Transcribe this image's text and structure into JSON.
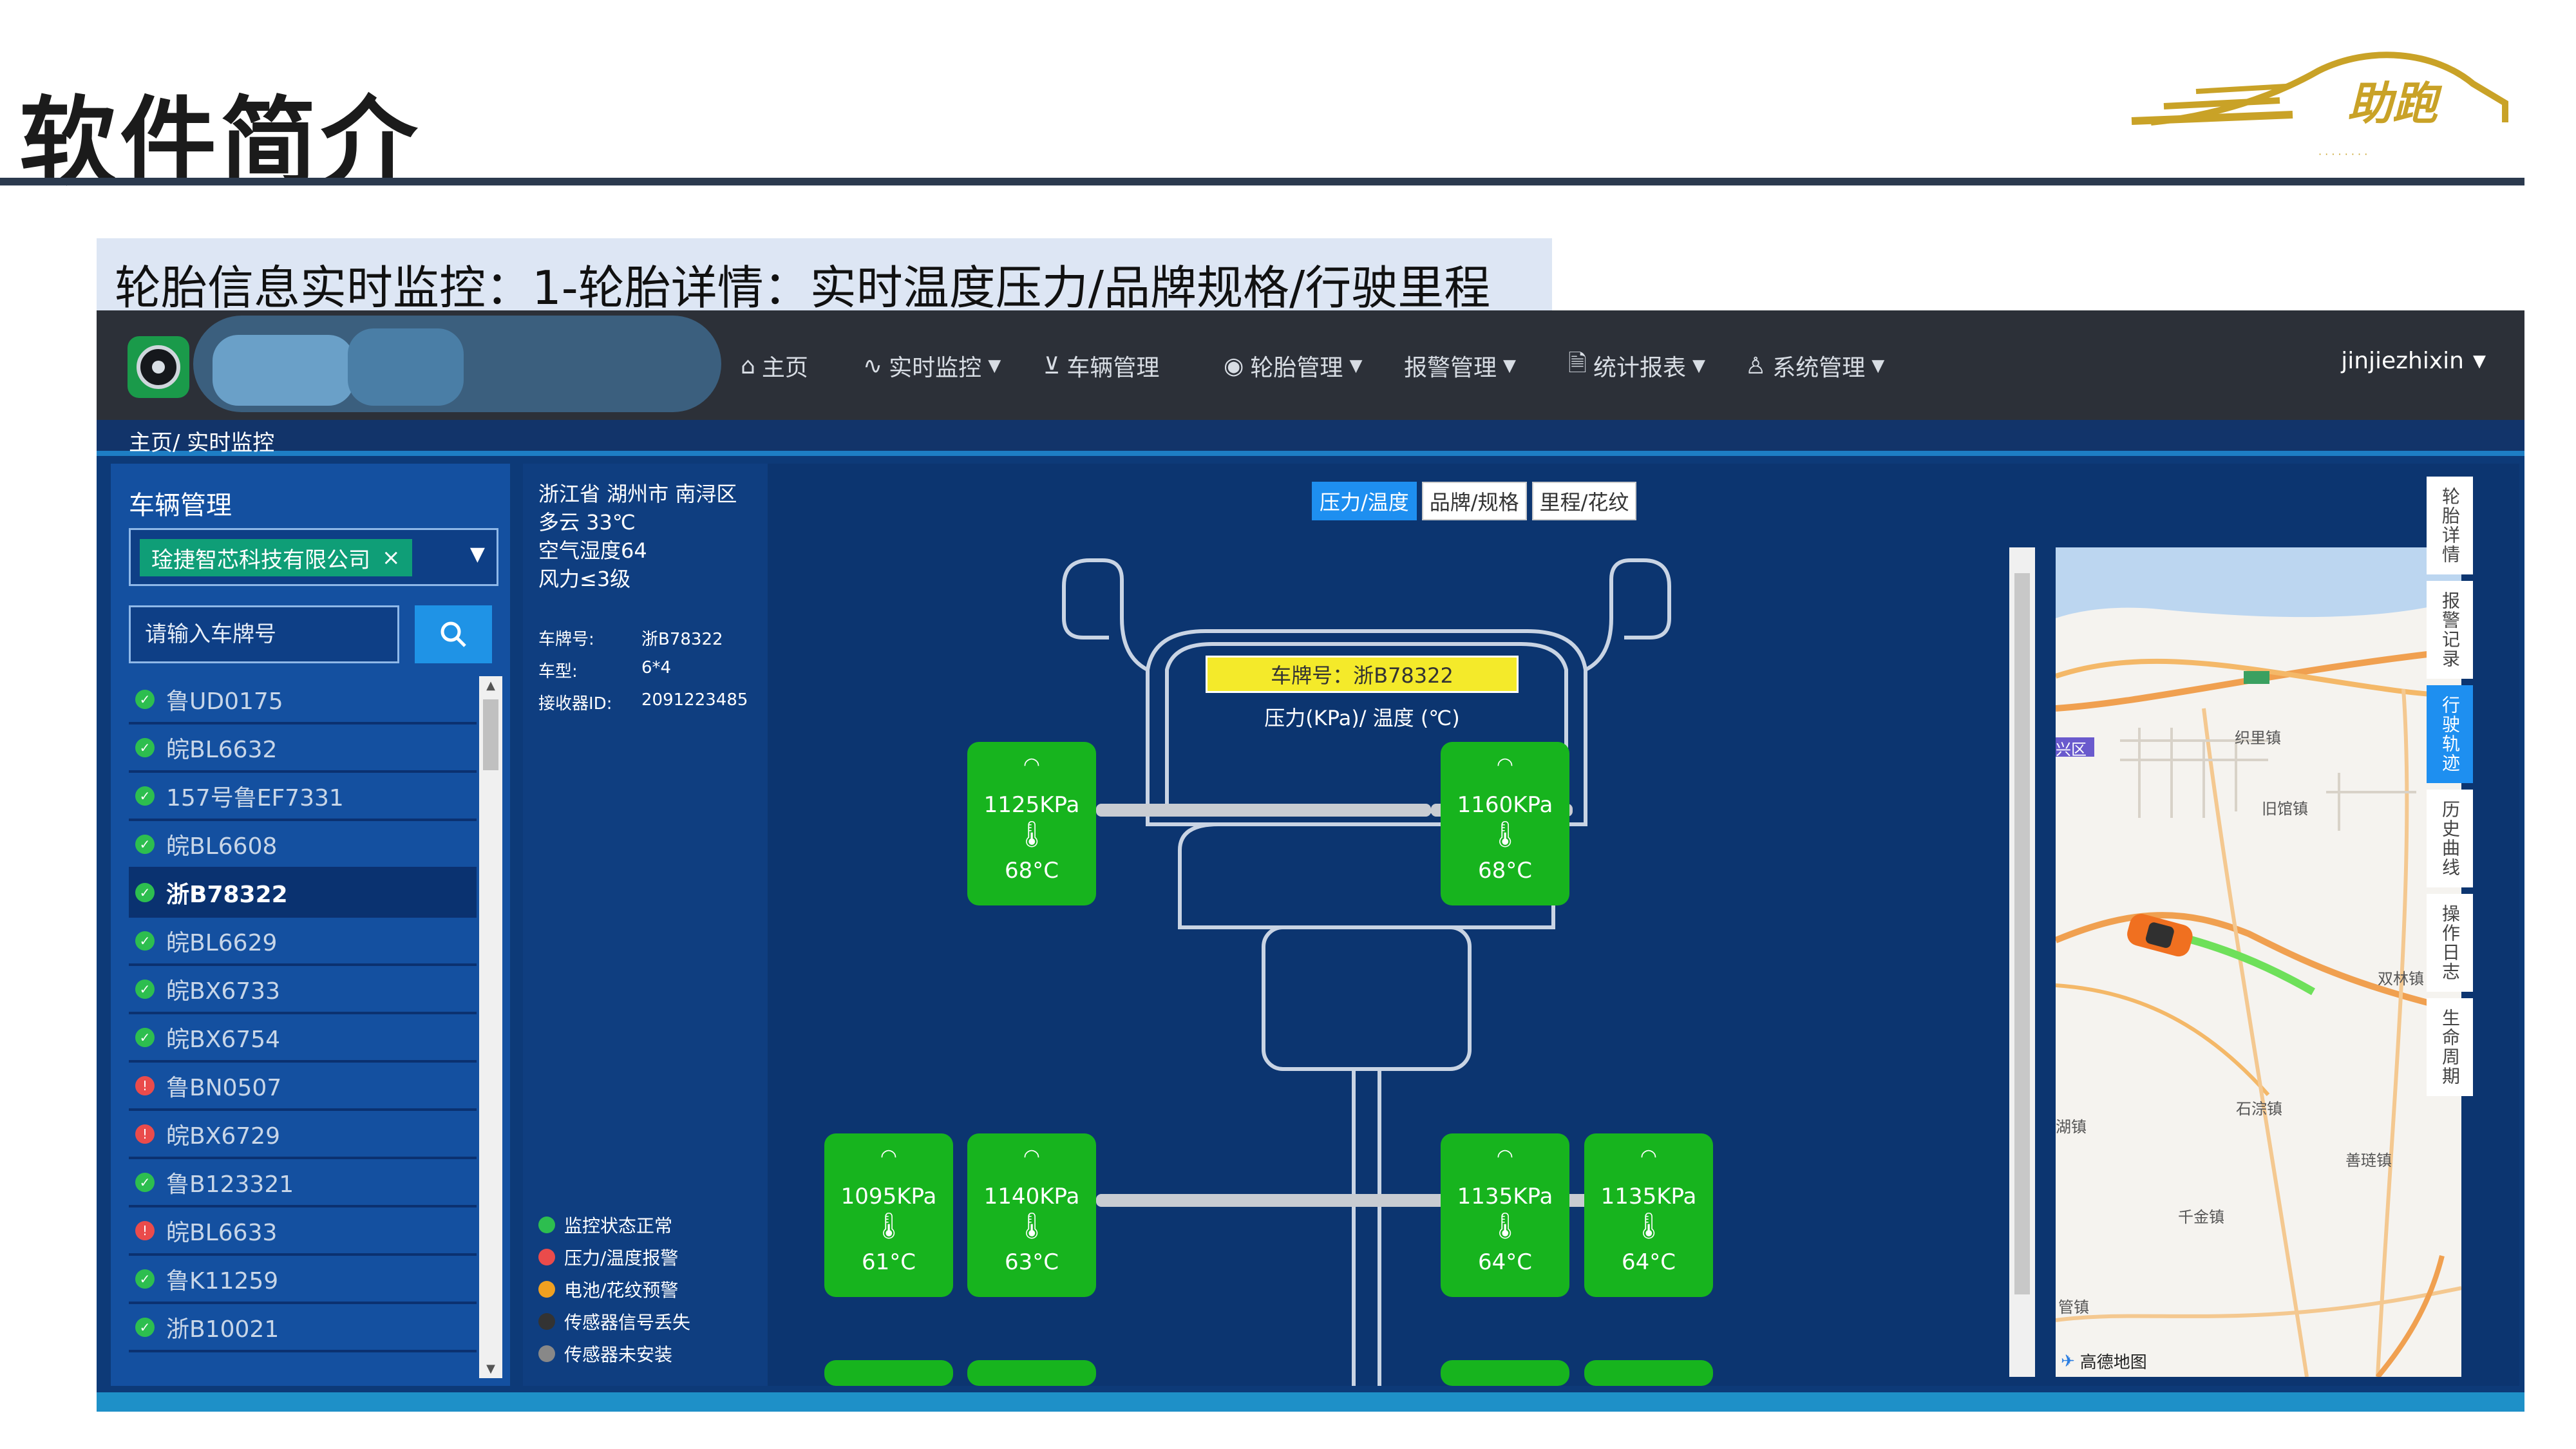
{
  "slide": {
    "title": "软件简介",
    "caption": "轮胎信息实时监控：1-轮胎详情：实时温度压力/品牌规格/行驶里程",
    "logo_text": "助跑",
    "accent": "#2b3a4e",
    "logo_color": "#c9a227"
  },
  "nav": {
    "items": [
      {
        "icon": "home-icon",
        "label": "主页",
        "has_caret": false
      },
      {
        "icon": "pulse-icon",
        "label": "实时监控",
        "has_caret": true
      },
      {
        "icon": "cart-icon",
        "label": "车辆管理",
        "has_caret": false
      },
      {
        "icon": "radio-icon",
        "label": "轮胎管理",
        "has_caret": true
      },
      {
        "icon": "",
        "label": "报警管理",
        "has_caret": true
      },
      {
        "icon": "document-icon",
        "label": "统计报表",
        "has_caret": true
      },
      {
        "icon": "user-icon",
        "label": "系统管理",
        "has_caret": true
      }
    ],
    "user": "jinjiezhixin"
  },
  "breadcrumb": "主页/ 实时监控",
  "vehicle_panel": {
    "title": "车辆管理",
    "company": "琻捷智芯科技有限公司",
    "search_placeholder": "请输入车牌号",
    "vehicles": [
      {
        "plate": "鲁UD0175",
        "status": "ok"
      },
      {
        "plate": "皖BL6632",
        "status": "ok"
      },
      {
        "plate": "157号鲁EF7331",
        "status": "ok"
      },
      {
        "plate": "皖BL6608",
        "status": "ok"
      },
      {
        "plate": "浙B78322",
        "status": "ok",
        "active": true
      },
      {
        "plate": "皖BL6629",
        "status": "ok"
      },
      {
        "plate": "皖BX6733",
        "status": "ok"
      },
      {
        "plate": "皖BX6754",
        "status": "ok"
      },
      {
        "plate": "鲁BN0507",
        "status": "alarm"
      },
      {
        "plate": "皖BX6729",
        "status": "alarm"
      },
      {
        "plate": "鲁B123321",
        "status": "ok"
      },
      {
        "plate": "皖BL6633",
        "status": "alarm"
      },
      {
        "plate": "鲁K11259",
        "status": "ok"
      },
      {
        "plate": "浙B10021",
        "status": "ok"
      }
    ]
  },
  "info": {
    "location": "浙江省 湖州市 南浔区",
    "weather": "多云 33℃",
    "humidity": "空气湿度64",
    "wind": "风力≤3级",
    "plate_label": "车牌号:",
    "plate_value": "浙B78322",
    "type_label": "车型:",
    "type_value": "6*4",
    "receiver_label": "接收器ID:",
    "receiver_value": "2091223485"
  },
  "legend": [
    {
      "label": "监控状态正常",
      "color": "#2dbe4f"
    },
    {
      "label": "压力/温度报警",
      "color": "#ea4b4b"
    },
    {
      "label": "电池/花纹预警",
      "color": "#f0a020"
    },
    {
      "label": "传感器信号丢失",
      "color": "#333333"
    },
    {
      "label": "传感器未安装",
      "color": "#888888"
    }
  ],
  "view_tabs": [
    {
      "label": "压力/温度",
      "active": true
    },
    {
      "label": "品牌/规格",
      "active": false
    },
    {
      "label": "里程/花纹",
      "active": false
    }
  ],
  "truck": {
    "plate_banner": "车牌号：浙B78322",
    "unit_label": "压力(KPa)/ 温度 (℃)",
    "front_tires": [
      {
        "pressure": "1125KPa",
        "temp": "68°C"
      },
      {
        "pressure": "1160KPa",
        "temp": "68°C"
      }
    ],
    "rear_tires": [
      {
        "pressure": "1095KPa",
        "temp": "61°C"
      },
      {
        "pressure": "1140KPa",
        "temp": "63°C"
      },
      {
        "pressure": "1135KPa",
        "temp": "64°C"
      },
      {
        "pressure": "1135KPa",
        "temp": "64°C"
      }
    ],
    "tire_color": "#17b41e"
  },
  "map": {
    "brand": "高德地图",
    "labels": [
      "织里镇",
      "旧馆镇",
      "双林镇",
      "石淙镇",
      "善琏镇",
      "千金镇",
      "兴区",
      "湖镇",
      "管镇"
    ],
    "route_color": "#6ee05a"
  },
  "side_tabs": [
    {
      "label": "轮胎详情",
      "active": false
    },
    {
      "label": "报警记录",
      "active": false
    },
    {
      "label": "行驶轨迹",
      "active": true
    },
    {
      "label": "历史曲线",
      "active": false
    },
    {
      "label": "操作日志",
      "active": false
    },
    {
      "label": "生命周期",
      "active": false
    }
  ]
}
